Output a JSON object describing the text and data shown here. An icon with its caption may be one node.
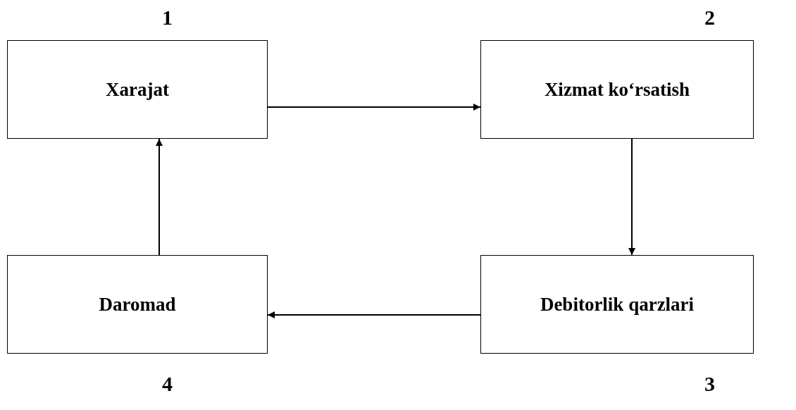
{
  "diagram": {
    "nodes": [
      {
        "text": [
          "Xarajat"
        ],
        "beside": [
          "1"
        ]
      },
      {
        "text": [
          "Xizmat ko‘rsatish"
        ],
        "beside": [
          "2"
        ]
      },
      {
        "text": [
          "Debitorlik qarzlari"
        ],
        "beside": [
          "3"
        ]
      },
      {
        "text": [
          "Daromad"
        ],
        "beside": [
          "4"
        ]
      }
    ],
    "edges": [
      {
        "from": 0,
        "to": 1,
        "arrow": "to"
      },
      {
        "from": 1,
        "to": 2,
        "arrow": "to"
      },
      {
        "from": 2,
        "to": 3,
        "arrow": "to"
      },
      {
        "from": 3,
        "to": 0,
        "arrow": "to"
      }
    ]
  }
}
